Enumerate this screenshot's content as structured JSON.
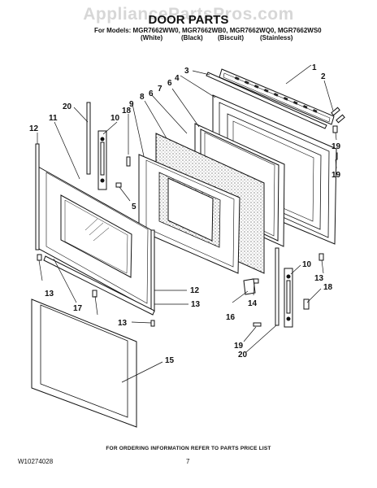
{
  "watermark": "AppliancePartsPros.com",
  "title": "DOOR PARTS",
  "models_line": "For Models: MGR7662WW0, MGR7662WB0, MGR7662WQ0, MGR7662WS0",
  "variants": [
    "(White)",
    "(Black)",
    "(Biscuit)",
    "(Stainless)"
  ],
  "callouts": [
    "1",
    "2",
    "3",
    "4",
    "5",
    "6",
    "6",
    "7",
    "8",
    "9",
    "10",
    "10",
    "11",
    "12",
    "12",
    "13",
    "13",
    "13",
    "13",
    "14",
    "15",
    "16",
    "17",
    "18",
    "18",
    "19",
    "19",
    "19",
    "20",
    "20"
  ],
  "footer_note": "FOR ORDERING INFORMATION REFER TO PARTS PRICE LIST",
  "doc_number": "W10274028",
  "page_number": "7"
}
